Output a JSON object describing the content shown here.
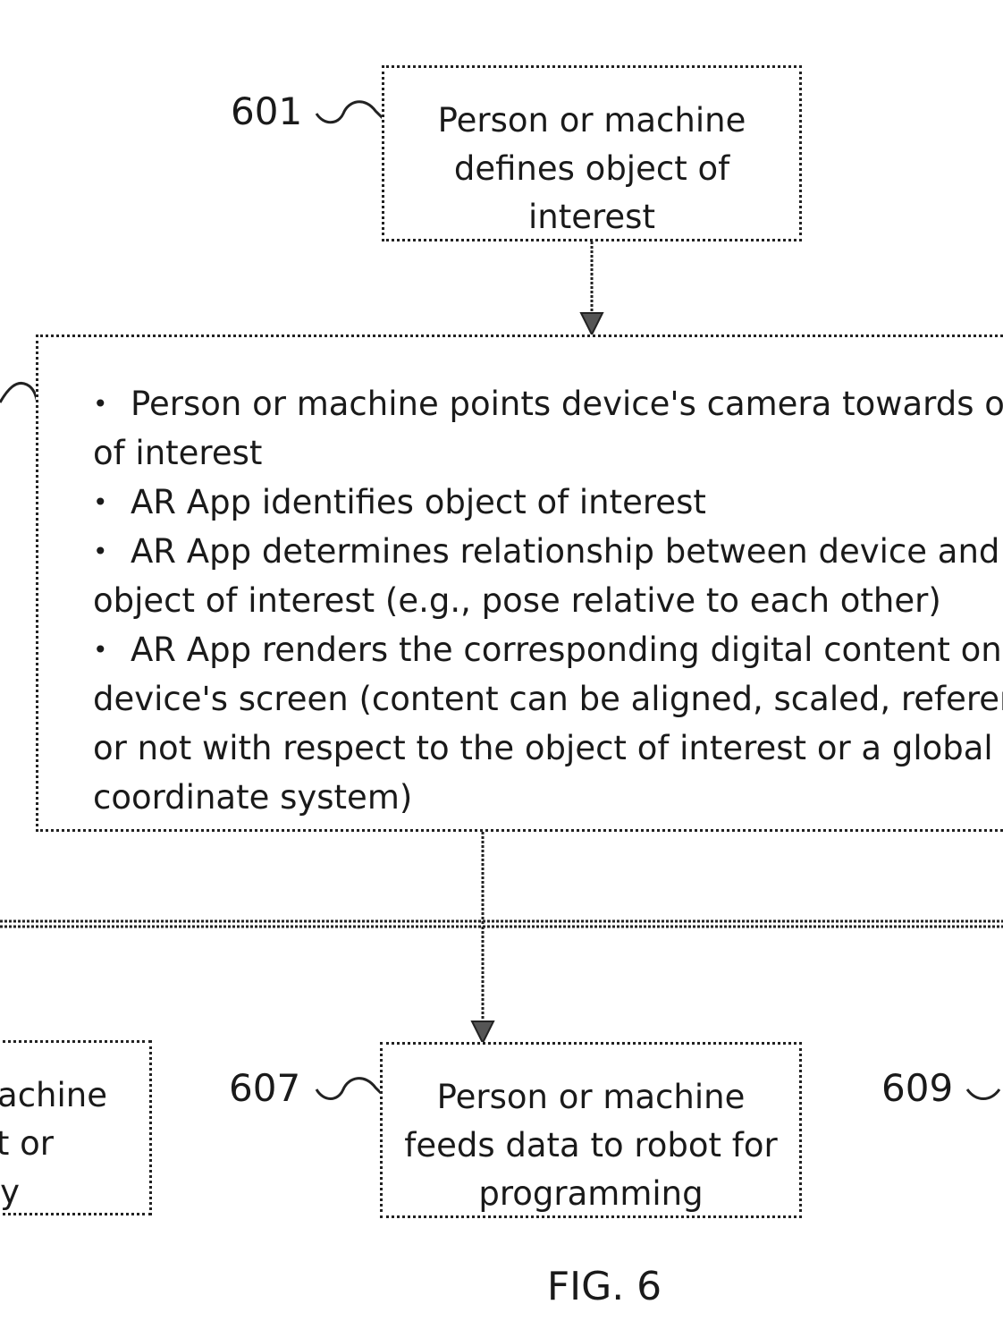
{
  "steps": {
    "s601": {
      "ref": "601",
      "lines": [
        "Person or machine",
        "defines object of",
        "interest"
      ]
    },
    "s603": {
      "items": [
        "Person or machine points device's camera towards o\nof interest",
        "AR App identifies object of interest",
        "AR App determines relationship between device and\nobject of interest (e.g., pose relative to each other)",
        "AR App renders the corresponding digital content on\ndevice's screen (content can be aligned, scaled, referer\nor not with respect to the object of interest or a global\ncoordinate system)"
      ]
    },
    "s605": {
      "lines": [
        "achine",
        "t or",
        "y"
      ]
    },
    "s607": {
      "ref": "607",
      "lines": [
        "Person or machine",
        "feeds data to robot for",
        "programming"
      ]
    },
    "s609": {
      "ref": "609"
    }
  },
  "figure_label": "FIG. 6"
}
